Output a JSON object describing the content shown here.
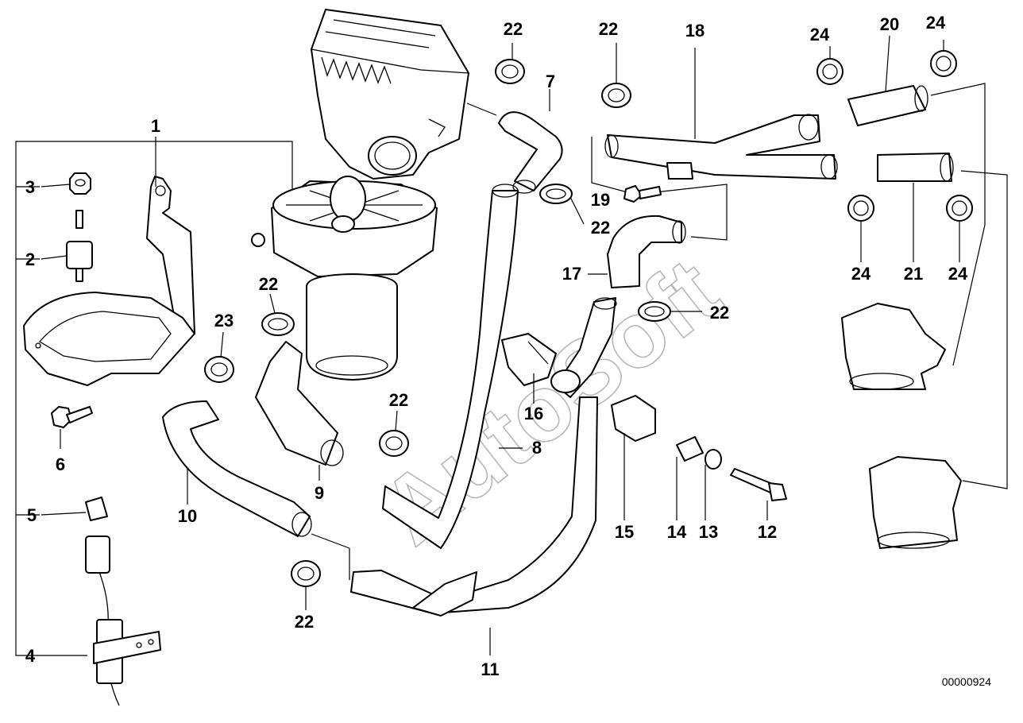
{
  "watermark": "AutoSoft",
  "diagram_id": "00000924",
  "callouts": {
    "c1": "1",
    "c2": "2",
    "c3": "3",
    "c4": "4",
    "c5": "5",
    "c6": "6",
    "c7": "7",
    "c8": "8",
    "c9": "9",
    "c10": "10",
    "c11": "11",
    "c12": "12",
    "c13": "13",
    "c14": "14",
    "c15": "15",
    "c16": "16",
    "c17": "17",
    "c18": "18",
    "c19": "19",
    "c20": "20",
    "c21": "21",
    "c22": "22",
    "c23": "23",
    "c24": "24"
  },
  "colors": {
    "line": "#000000",
    "background": "#ffffff",
    "watermark": "#9a9a9a"
  }
}
